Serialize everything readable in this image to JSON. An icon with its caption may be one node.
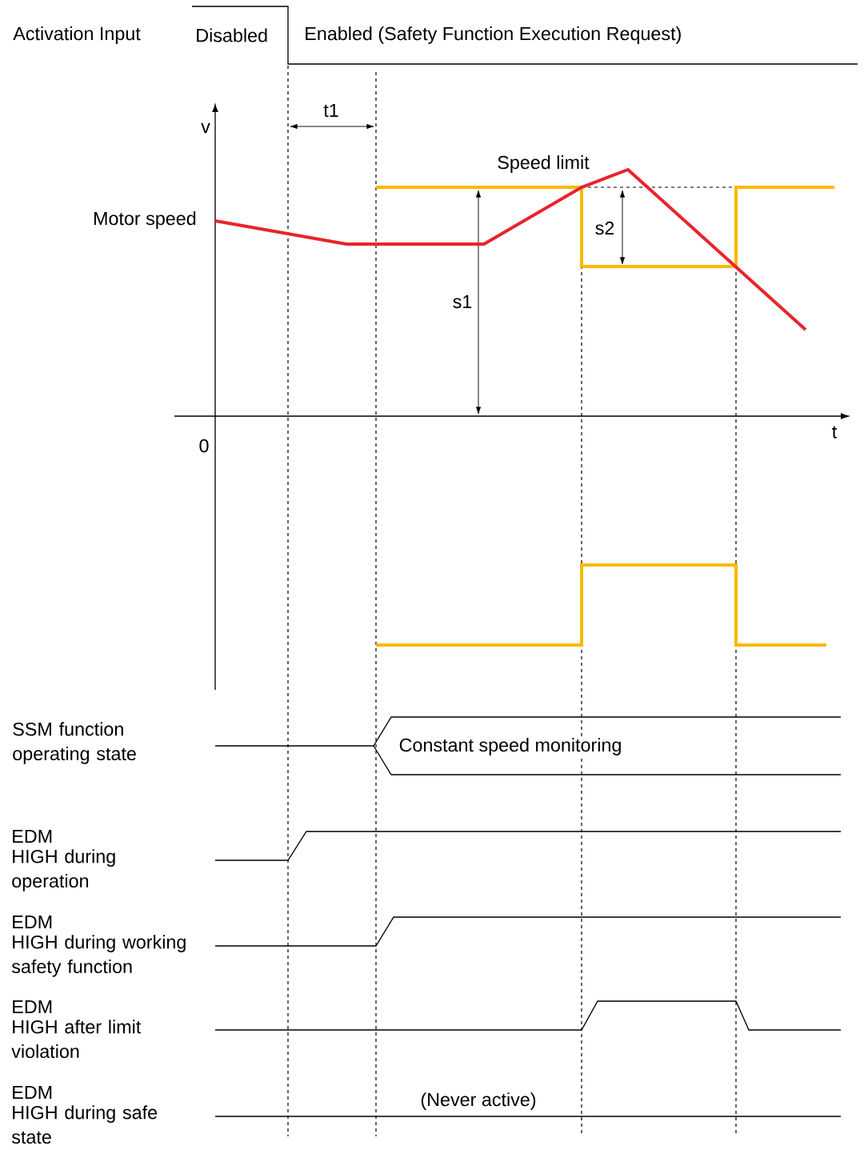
{
  "diagram": {
    "nodes": [
      {
        "text": [
          "Constant speed monitoring"
        ]
      }
    ],
    "labels": [
      "Activation Input",
      "Disabled",
      "Enabled (Safety Function Execution Request)",
      "t1",
      "v",
      "Speed limit",
      "Motor speed",
      "s2",
      "s1",
      "0",
      "t",
      "SSM function operating state",
      "EDM",
      "HIGH during operation",
      "EDM",
      "HIGH during working safety function",
      "EDM",
      "HIGH after limit violation",
      "EDM",
      "HIGH during safe state",
      "(Never active)"
    ]
  }
}
